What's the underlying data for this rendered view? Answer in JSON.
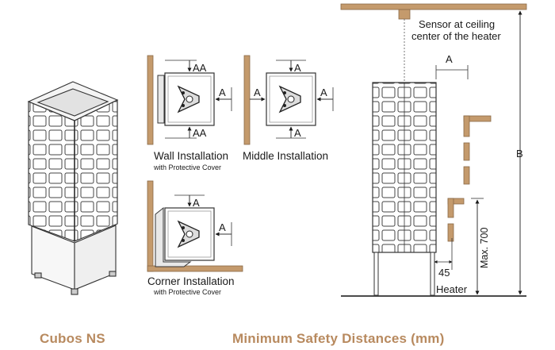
{
  "labels": {
    "aa": "AA",
    "a": "A",
    "b": "B",
    "distance_45": "45",
    "max_700": "Max. 700",
    "heater": "Heater",
    "sensor_line1": "Sensor at ceiling",
    "sensor_line2": "center of the heater"
  },
  "installations": {
    "wall_title": "Wall Installation",
    "wall_sub": "with Protective Cover",
    "middle_title": "Middle Installation",
    "corner_title": "Corner Installation",
    "corner_sub": "with Protective Cover"
  },
  "captions": {
    "product": "Cubos NS",
    "section": "Minimum Safety Distances (mm)"
  },
  "colors": {
    "wood": "#c49a6c",
    "wood_dark": "#8a6a48",
    "accent_text": "#b88a5f",
    "line": "#1a1a1a"
  }
}
